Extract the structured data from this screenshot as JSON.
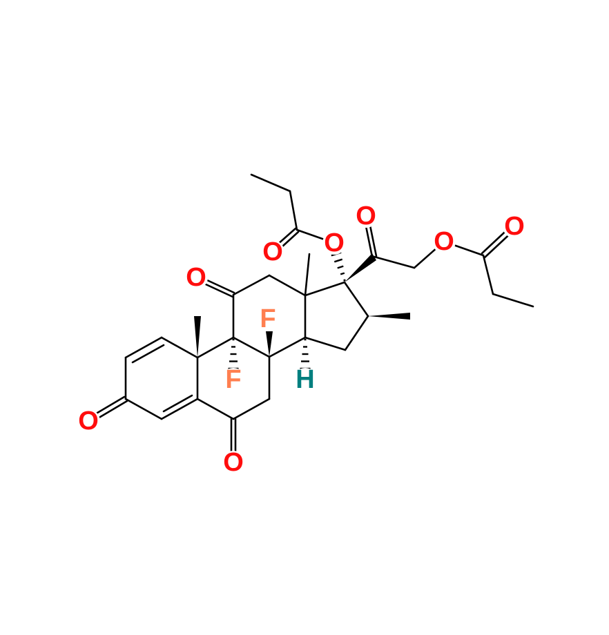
{
  "molecule": {
    "atoms": {
      "o3": "O",
      "o6": "O",
      "o11": "O",
      "f9": "F",
      "f8": "F",
      "h14": "H",
      "o17": "O",
      "o17_carbonyl": "O",
      "o20": "O",
      "o21": "O",
      "o21_carbonyl": "O"
    },
    "colors": {
      "oxygen": "#ff0d0d",
      "fluorine": "#ff7f50",
      "hydrogen": "#007f7f",
      "bond": "#000000"
    }
  }
}
